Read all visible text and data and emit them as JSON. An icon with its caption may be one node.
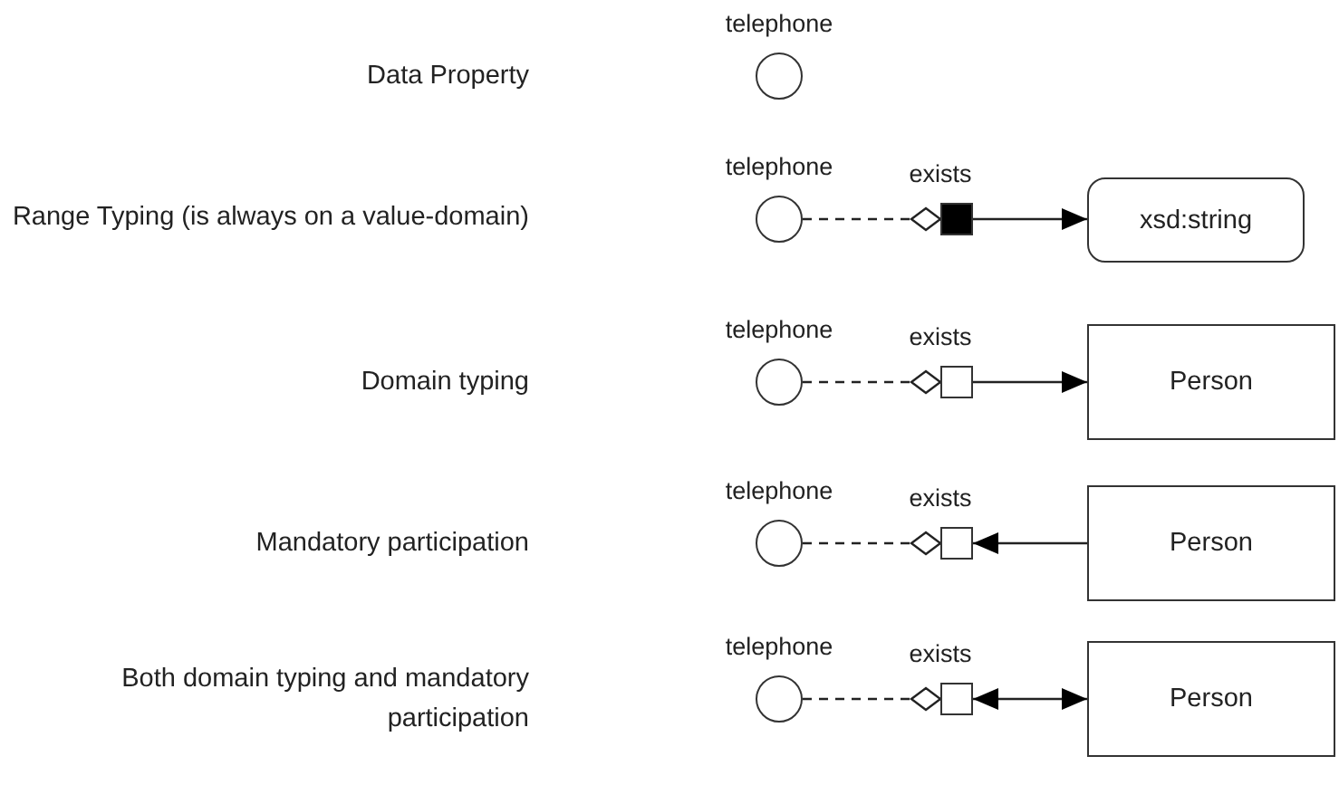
{
  "diagram": {
    "nodes": [
      {
        "text": [],
        "shape": "circle",
        "beside": [
          "telephone"
        ]
      },
      {
        "text": [],
        "shape": "circle",
        "beside": [
          "telephone"
        ]
      },
      {
        "text": [],
        "shape": "block",
        "beside": [
          "exists"
        ]
      },
      {
        "text": [
          "xsd:string"
        ]
      },
      {
        "text": [],
        "shape": "circle",
        "beside": [
          "telephone"
        ]
      },
      {
        "text": [],
        "shape": "square",
        "beside": [
          "exists"
        ]
      },
      {
        "text": [
          "Person"
        ]
      },
      {
        "text": [],
        "shape": "circle",
        "beside": [
          "telephone"
        ]
      },
      {
        "text": [],
        "shape": "square",
        "beside": [
          "exists"
        ]
      },
      {
        "text": [
          "Person"
        ]
      },
      {
        "text": [],
        "shape": "circle",
        "beside": [
          "telephone"
        ]
      },
      {
        "text": [],
        "shape": "square",
        "beside": [
          "exists"
        ]
      },
      {
        "text": [
          "Person"
        ]
      }
    ],
    "edges": [
      {
        "from": 1,
        "to": 2,
        "arrow": "other",
        "style": "dashed"
      },
      {
        "from": 2,
        "to": 3,
        "arrow": "to"
      },
      {
        "from": 4,
        "to": 5,
        "arrow": "other",
        "style": "dashed"
      },
      {
        "from": 5,
        "to": 6,
        "arrow": "to"
      },
      {
        "from": 7,
        "to": 8,
        "arrow": "other",
        "style": "dashed"
      },
      {
        "from": 9,
        "to": 8,
        "arrow": "to"
      },
      {
        "from": 10,
        "to": 11,
        "arrow": "other",
        "style": "dashed"
      },
      {
        "from": 11,
        "to": 12,
        "arrow": "both"
      }
    ],
    "labels": [
      "Data Property",
      "Range Typing (is always on a value-domain)",
      "Domain typing",
      "Mandatory participation",
      "Both domain typing and mandatory participation"
    ]
  }
}
